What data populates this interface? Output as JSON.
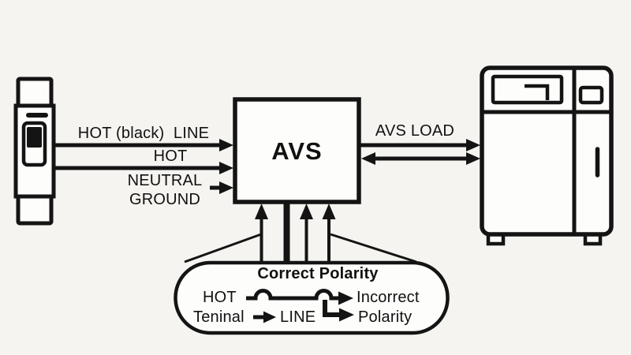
{
  "colors": {
    "background": "#f5f4f0",
    "line": "#141414",
    "text": "#111111",
    "fill": "#fdfdfb"
  },
  "labels": {
    "wire1": "HOT (black)  LINE",
    "wire2": "HOT",
    "neutral": "NEUTRAL",
    "ground": "GROUND",
    "avs": "AVS",
    "avs_load": "AVS LOAD"
  },
  "callout": {
    "title": "Correct Polarity",
    "hot": "HOT",
    "incorrect": "Incorrect",
    "teninal": "Teninal",
    "line": "LINE",
    "polarity": "Polarity"
  },
  "icons": {
    "left_device": "circuit-breaker-icon",
    "center_box": "avs-box",
    "right_device": "appliance-icon",
    "arrows": "wire-arrow",
    "callout_bubble": "magnifier-callout-bubble",
    "crossover": "wire-crossover-hops"
  }
}
